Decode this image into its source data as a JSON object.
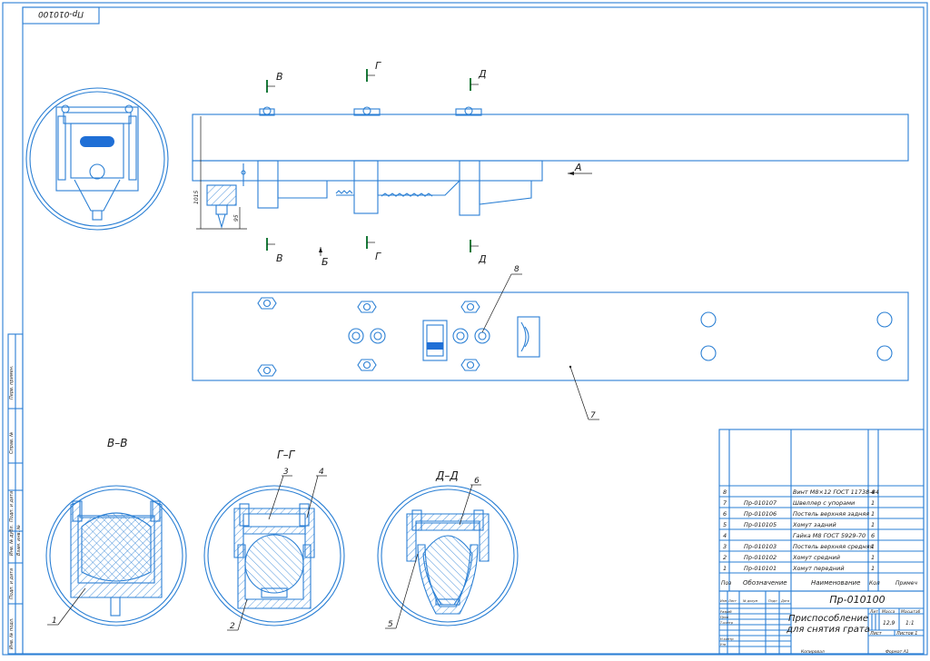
{
  "stamp_top": "Пр-010100",
  "views": {
    "section_marks": [
      "В",
      "Г",
      "Д",
      "В",
      "Г",
      "Д",
      "Б",
      "А"
    ],
    "dims": [
      "1015",
      "95"
    ],
    "section_titles": [
      "В–В",
      "Г–Г",
      "Д–Д"
    ],
    "callouts": [
      "1",
      "2",
      "3",
      "4",
      "5",
      "6",
      "7",
      "8"
    ]
  },
  "bom": {
    "headers": [
      "Поз",
      "Обозначение",
      "Наименование",
      "Кол",
      "Примеч"
    ],
    "rows": [
      {
        "pos": "8",
        "code": "",
        "name": "Винт М8×12 ГОСТ 11738-84",
        "qty": "4"
      },
      {
        "pos": "7",
        "code": "Пр-010107",
        "name": "Швеллер с упорами",
        "qty": "1"
      },
      {
        "pos": "6",
        "code": "Пр-010106",
        "name": "Постель верхняя задняя",
        "qty": "1"
      },
      {
        "pos": "5",
        "code": "Пр-010105",
        "name": "Хомут задний",
        "qty": "1"
      },
      {
        "pos": "4",
        "code": "",
        "name": "Гайка М8 ГОСТ 5929-70",
        "qty": "6"
      },
      {
        "pos": "3",
        "code": "Пр-010103",
        "name": "Постель верхняя средняя",
        "qty": "1"
      },
      {
        "pos": "2",
        "code": "Пр-010102",
        "name": "Хомут средний",
        "qty": "1"
      },
      {
        "pos": "1",
        "code": "Пр-010101",
        "name": "Хомут передний",
        "qty": "1"
      }
    ]
  },
  "title_block": {
    "doc_number": "Пр-010100",
    "title_line1": "Приспособление",
    "title_line2": "для снятия грата",
    "mass": "12,9",
    "scale": "1:1",
    "hdr_lit": "Лит",
    "hdr_mass": "Масса",
    "hdr_scale": "Масштаб",
    "sheet_label": "Лист",
    "sheets_label": "Листов 1",
    "left_labels": [
      "Изм",
      "Лист",
      "№ докум",
      "Подп",
      "Дата"
    ],
    "roles": [
      "Разраб",
      "Пров",
      "Т.контр",
      "",
      "Н.контр",
      "Утв"
    ],
    "copied": "Копировал",
    "format": "Формат А1"
  },
  "side_strip": [
    "Перв. примен.",
    "Справ. №",
    "Подп. и дата",
    "Инв. № дубл.",
    "Взам. инв. №",
    "Подп. и дата",
    "Инв. № подл."
  ]
}
